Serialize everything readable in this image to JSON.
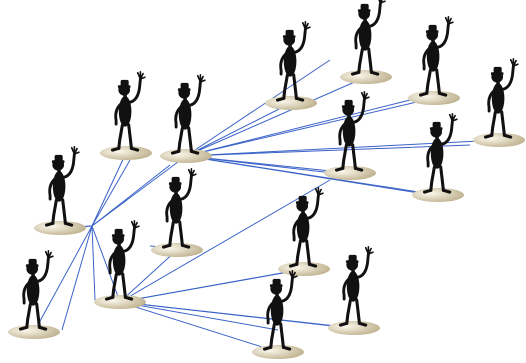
{
  "diagram": {
    "kind": "people-network",
    "colors": {
      "figure": "#111111",
      "link": "#3a63c8",
      "disc_light": "#faf6ea",
      "disc_dark": "#b9ab86"
    },
    "figure_icon": "waving-stick-figure-icon",
    "nodes": [
      {
        "id": "p1"
      },
      {
        "id": "p2"
      },
      {
        "id": "p3"
      },
      {
        "id": "p4"
      },
      {
        "id": "p5"
      },
      {
        "id": "p6"
      },
      {
        "id": "p7"
      },
      {
        "id": "p8"
      },
      {
        "id": "p9"
      },
      {
        "id": "p10"
      },
      {
        "id": "p11"
      },
      {
        "id": "p12"
      },
      {
        "id": "p13"
      },
      {
        "id": "p14"
      },
      {
        "id": "p15"
      },
      {
        "id": "p16"
      },
      {
        "id": "p17"
      }
    ],
    "links": [
      [
        "p1",
        "p5"
      ],
      [
        "p2",
        "p5"
      ],
      [
        "p5",
        "p3"
      ],
      [
        "p5",
        "p4"
      ],
      [
        "p5",
        "p6"
      ],
      [
        "p4",
        "p10"
      ],
      [
        "p4",
        "p11"
      ],
      [
        "p4",
        "p12"
      ],
      [
        "p4",
        "p13"
      ],
      [
        "p4",
        "p14"
      ],
      [
        "p4",
        "p15"
      ],
      [
        "p6",
        "p7"
      ],
      [
        "p6",
        "p8"
      ],
      [
        "p6",
        "p9"
      ],
      [
        "p6",
        "p16"
      ],
      [
        "p6",
        "p17"
      ]
    ]
  }
}
